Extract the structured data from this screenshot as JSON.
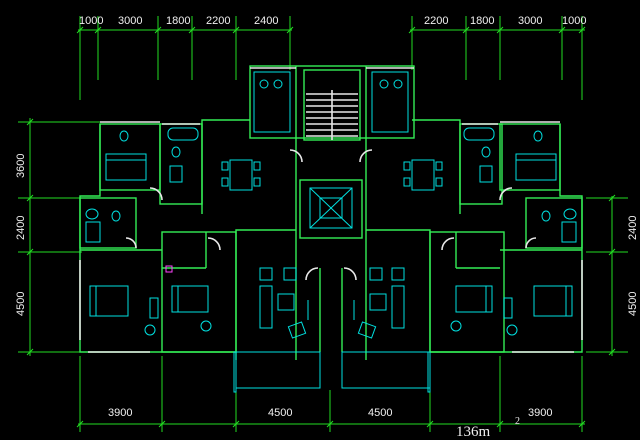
{
  "plan": {
    "top_dims_left": [
      "1000",
      "3000",
      "1800",
      "2200",
      "2400"
    ],
    "top_dims_right": [
      "2200",
      "1800",
      "3000",
      "1000"
    ],
    "left_dims": [
      "3600",
      "2400",
      "4500"
    ],
    "right_dims": [
      "2400",
      "4500"
    ],
    "bottom_dims": [
      "3900",
      "4500",
      "4500",
      "3900"
    ],
    "area_label": "136m",
    "area_unit_sup": "2"
  },
  "colors": {
    "background": "#000000",
    "dimension_lines": "#22dd22",
    "walls": "#e8e8e8",
    "fixtures": "#00e0e0",
    "accent": "#ff44ff"
  }
}
